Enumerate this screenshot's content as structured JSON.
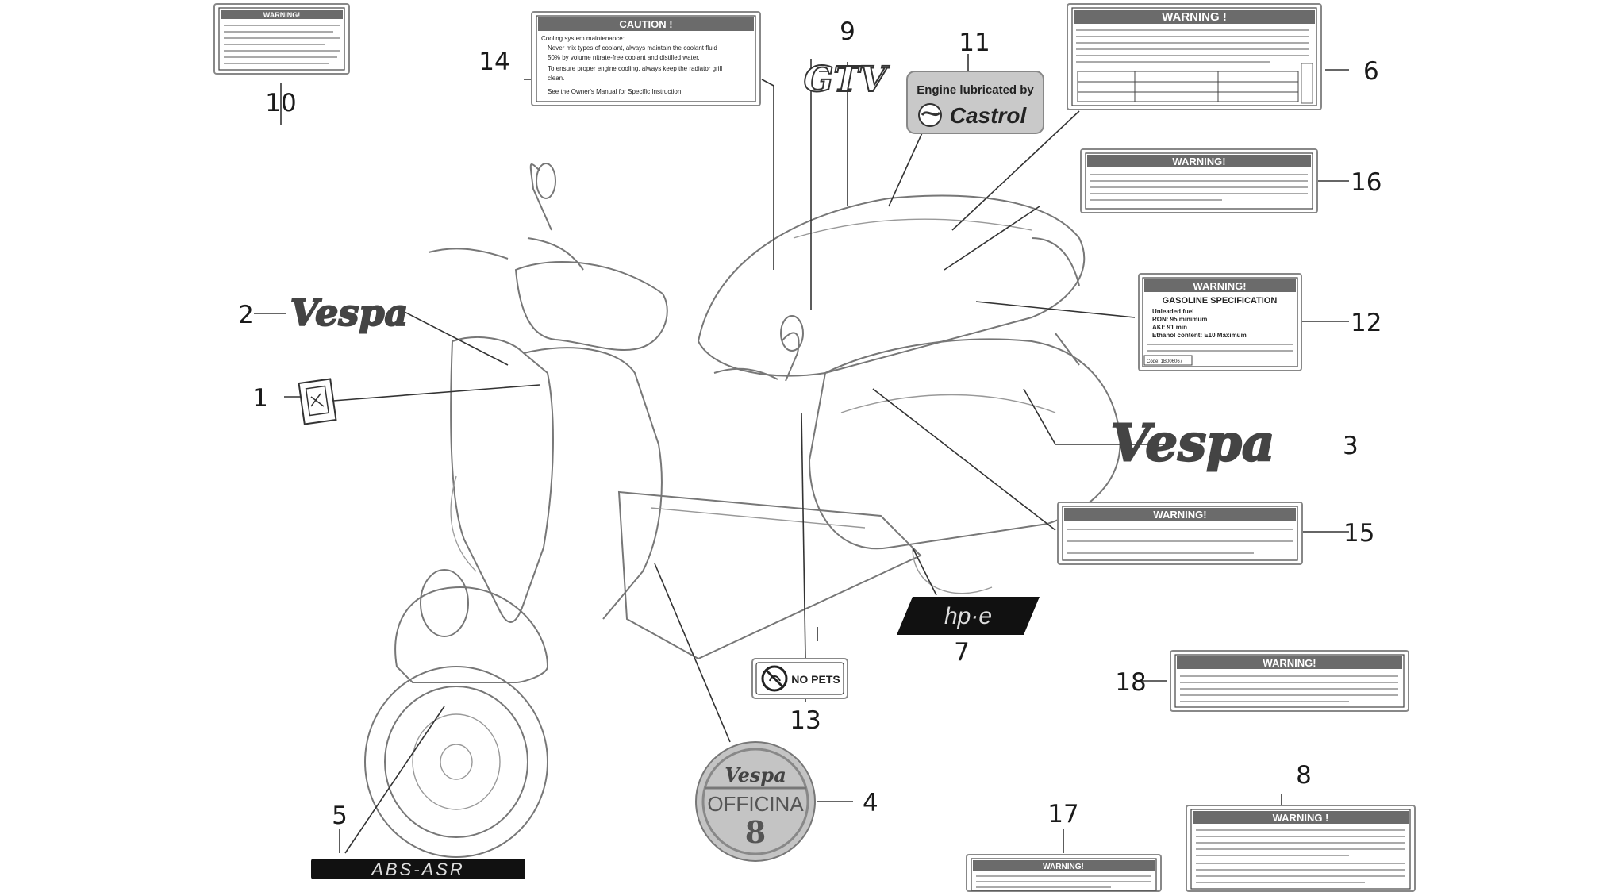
{
  "callouts": {
    "n1": "1",
    "n2": "2",
    "n3": "3",
    "n4": "4",
    "n5": "5",
    "n6": "6",
    "n7": "7",
    "n8": "8",
    "n9": "9",
    "n10": "10",
    "n11": "11",
    "n12": "12",
    "n13": "13",
    "n14": "14",
    "n15": "15",
    "n16": "16",
    "n17": "17",
    "n18": "18"
  },
  "labels": {
    "warning_small": "WARNING!",
    "caution": {
      "title": "CAUTION !",
      "lines": [
        "Cooling system maintenance:",
        "Never mix types of coolant, always maintain the coolant fluid",
        "50% by volume nitrate-free coolant and distilled water.",
        "To ensure proper engine cooling, always keep the radiator grill",
        "clean.",
        "See the Owner's Manual for Specific Instruction."
      ]
    },
    "castrol": {
      "top": "Engine lubricated by",
      "brand": "Castrol"
    },
    "gtv": "GTV",
    "warning_6": "WARNING !",
    "warning_16": "WARNING!",
    "warning_12": {
      "title": "WARNING!",
      "heading": "GASOLINE SPECIFICATION",
      "lines": [
        "Unleaded fuel",
        "RON: 95 minimum",
        "AKI: 91 min",
        "Ethanol content: E10 Maximum"
      ],
      "code": "Code: 1B006067"
    },
    "warning_15": "WARNING!",
    "warning_18": "WARNING!",
    "warning_8": "WARNING !",
    "warning_17": "WARNING!",
    "vespa": "Vespa",
    "hpe": "hp·e",
    "no_pets": "NO PETS",
    "officina": {
      "brand": "Vespa",
      "word": "OFFICINA",
      "digit": "8"
    },
    "abs_asr": "ABS-ASR"
  }
}
